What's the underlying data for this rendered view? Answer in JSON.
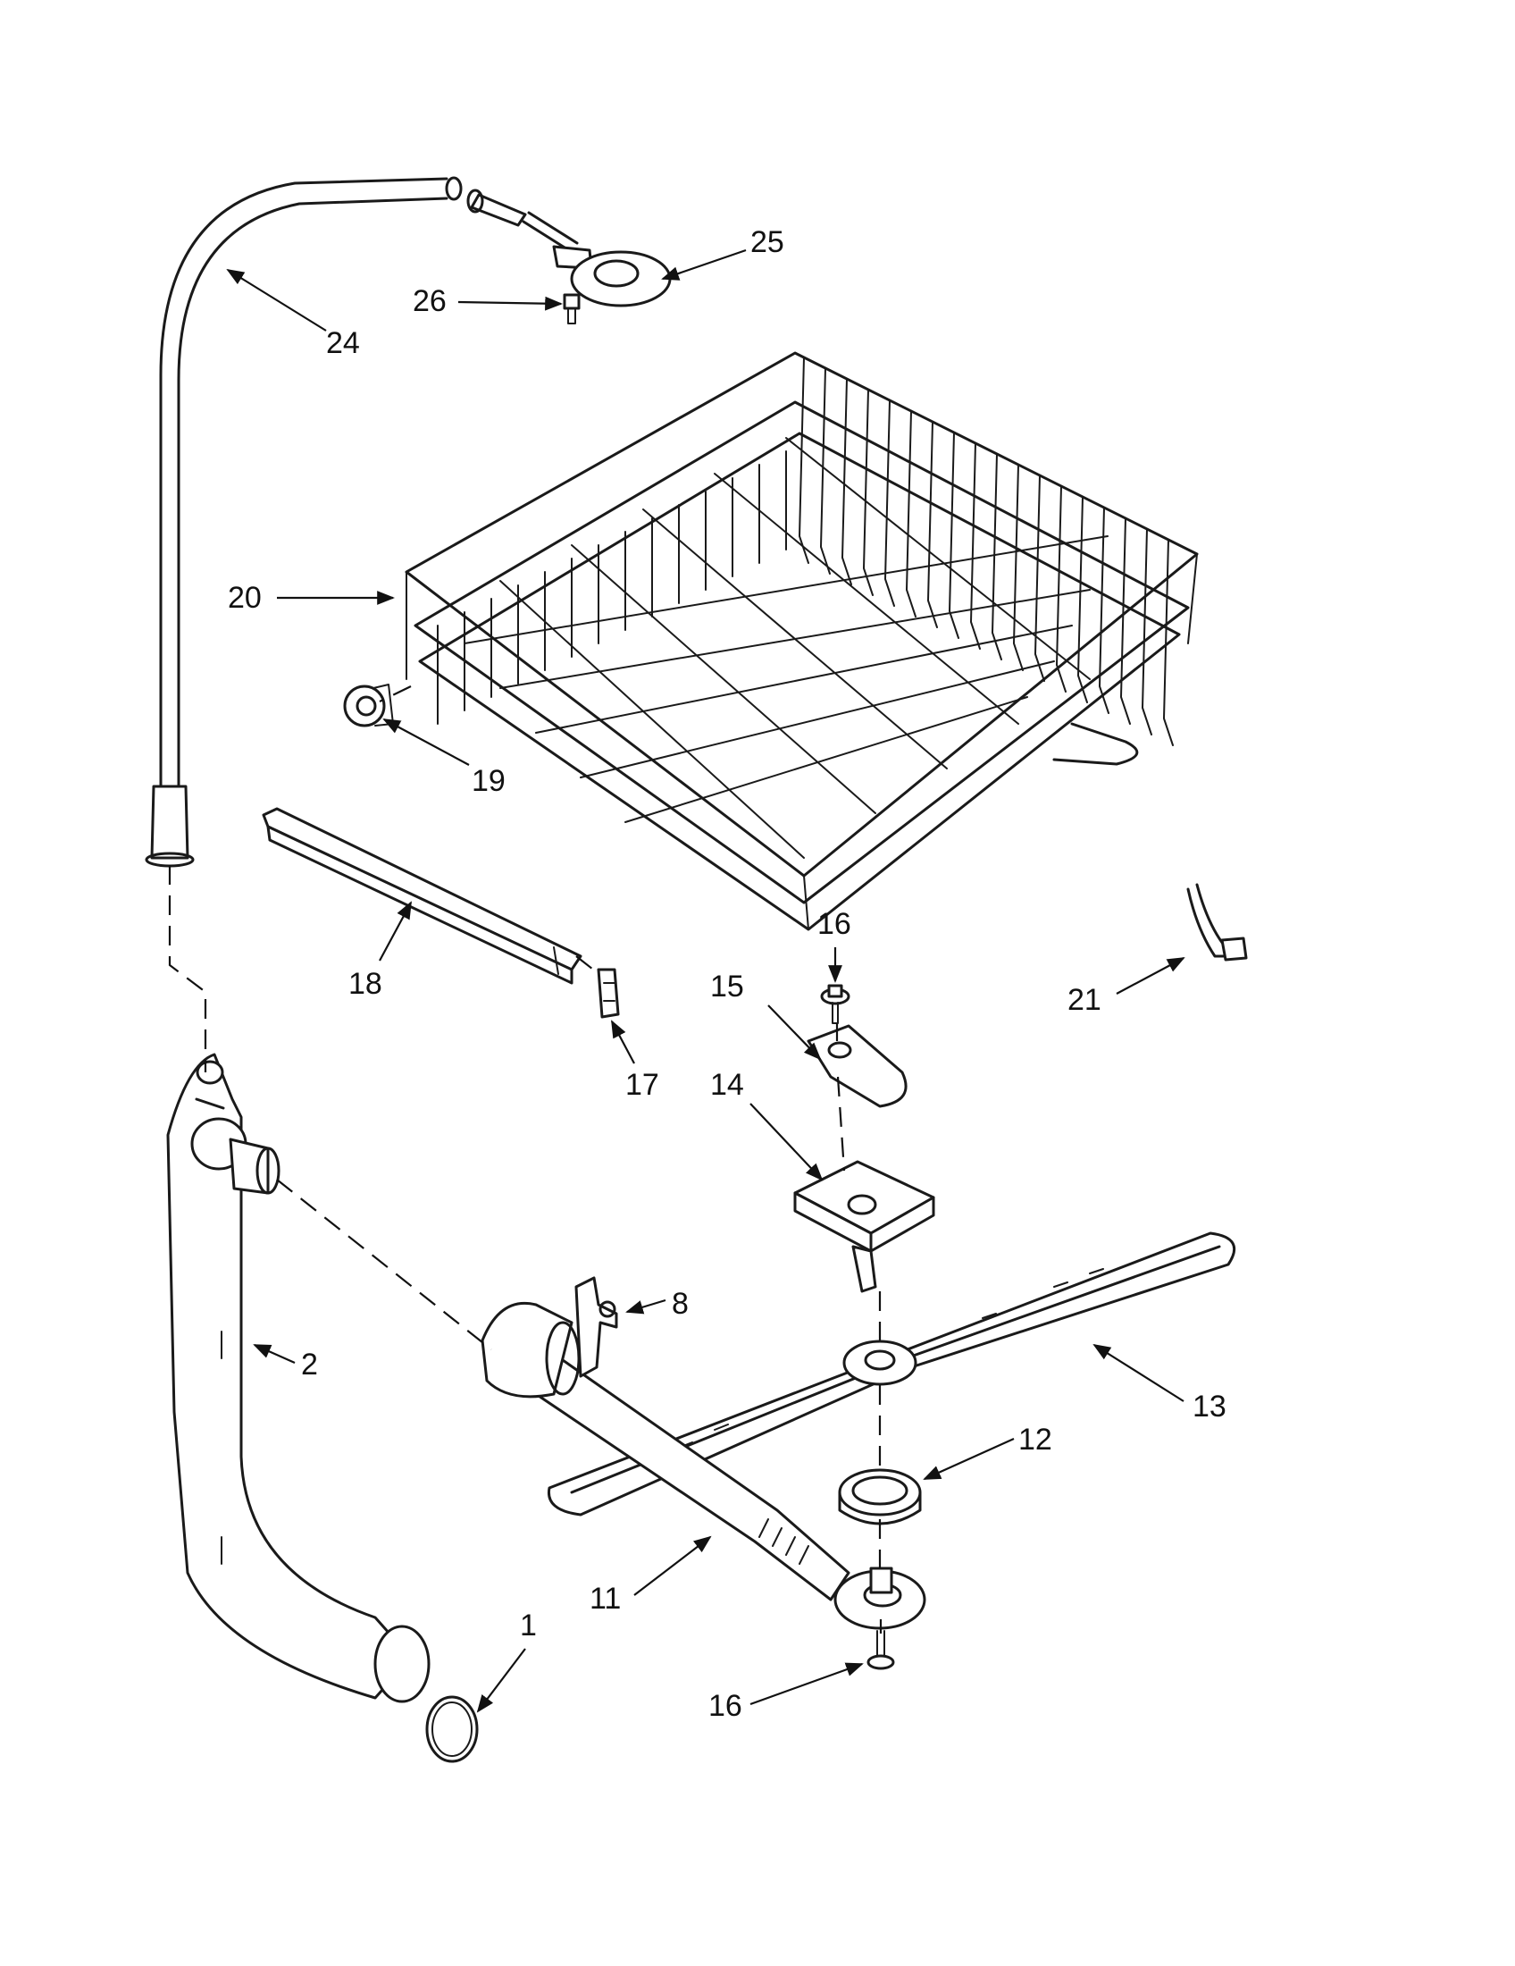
{
  "diagram": {
    "callouts": [
      {
        "id": "c1",
        "text": "1"
      },
      {
        "id": "c2",
        "text": "2"
      },
      {
        "id": "c8",
        "text": "8"
      },
      {
        "id": "c11",
        "text": "11"
      },
      {
        "id": "c12",
        "text": "12"
      },
      {
        "id": "c13",
        "text": "13"
      },
      {
        "id": "c14",
        "text": "14"
      },
      {
        "id": "c15",
        "text": "15"
      },
      {
        "id": "c16a",
        "text": "16"
      },
      {
        "id": "c16b",
        "text": "16"
      },
      {
        "id": "c17",
        "text": "17"
      },
      {
        "id": "c18",
        "text": "18"
      },
      {
        "id": "c19",
        "text": "19"
      },
      {
        "id": "c20",
        "text": "20"
      },
      {
        "id": "c21",
        "text": "21"
      },
      {
        "id": "c24",
        "text": "24"
      },
      {
        "id": "c25",
        "text": "25"
      },
      {
        "id": "c26",
        "text": "26"
      }
    ]
  }
}
